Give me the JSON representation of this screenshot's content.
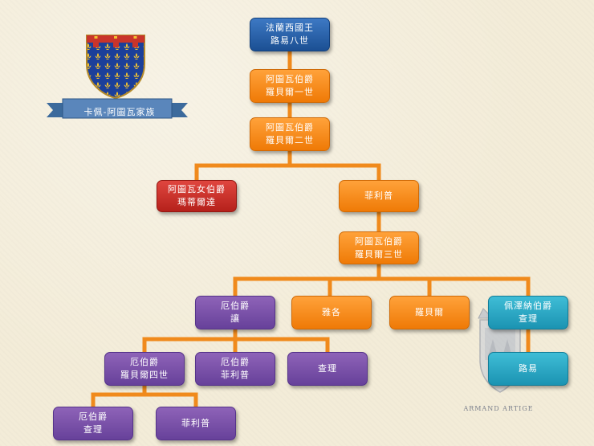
{
  "family_banner": "卡佩-阿圖瓦家族",
  "emblem_caption": "ARMAND ARTIGE",
  "colors": {
    "line": "#f08a1c",
    "blue": "#1f5aa6",
    "orange": "#f7890f",
    "red": "#c52a24",
    "purple": "#7650a7",
    "teal": "#26a4c2"
  },
  "nodes": {
    "louis8": {
      "line1": "法蘭西國王",
      "line2": "路易八世"
    },
    "robert1": {
      "line1": "阿圖瓦伯爵",
      "line2": "羅貝爾一世"
    },
    "robert2": {
      "line1": "阿圖瓦伯爵",
      "line2": "羅貝爾二世"
    },
    "mahaut": {
      "line1": "阿圖瓦女伯爵",
      "line2": "瑪蒂爾達"
    },
    "philippe": {
      "line1": "菲利普"
    },
    "robert3": {
      "line1": "阿圖瓦伯爵",
      "line2": "羅貝爾三世"
    },
    "jean": {
      "line1": "厄伯爵",
      "line2": "讓"
    },
    "jacques": {
      "line1": "雅各"
    },
    "robert_s": {
      "line1": "羅貝爾"
    },
    "charles_p": {
      "line1": "佩澤納伯爵",
      "line2": "查理"
    },
    "louis_p": {
      "line1": "路易"
    },
    "robert4": {
      "line1": "厄伯爵",
      "line2": "羅貝爾四世"
    },
    "philippe_e": {
      "line1": "厄伯爵",
      "line2": "菲利普"
    },
    "charles_s": {
      "line1": "查理"
    },
    "charles_e": {
      "line1": "厄伯爵",
      "line2": "查理"
    },
    "philippe_s": {
      "line1": "菲利普"
    }
  }
}
